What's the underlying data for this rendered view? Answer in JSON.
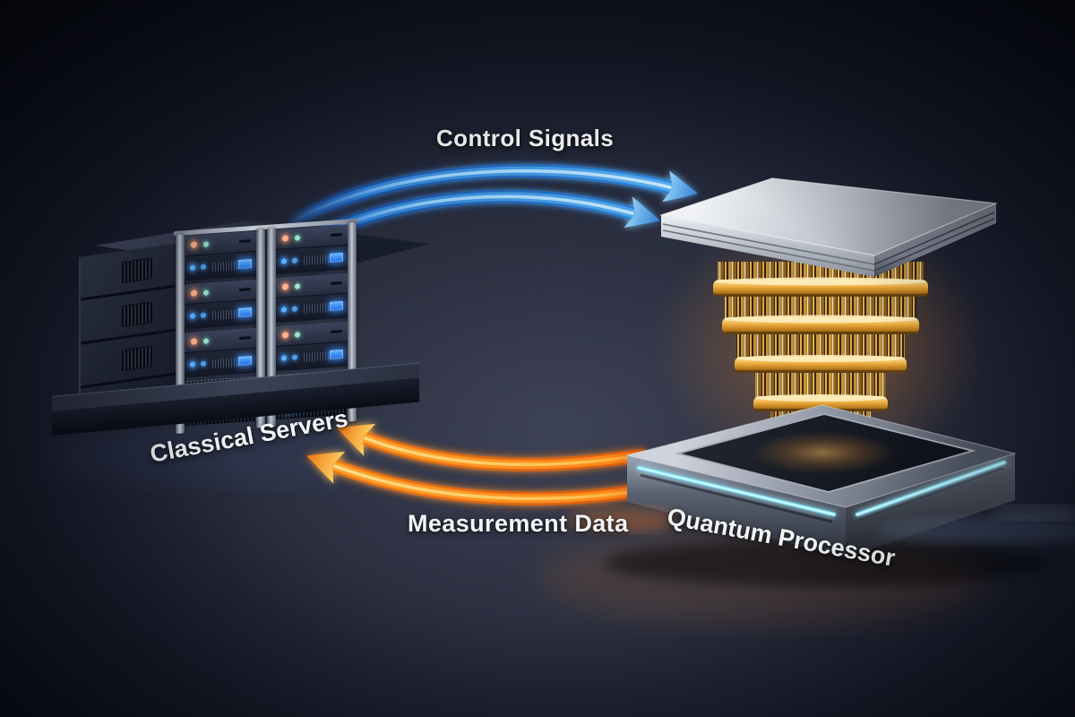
{
  "diagram": {
    "labels": {
      "control_signals": "Control Signals",
      "measurement_data": "Measurement Data",
      "classical_servers": "Classical Servers",
      "quantum_processor": "Quantum Processor"
    },
    "flows": [
      {
        "from": "Classical Servers",
        "to": "Quantum Processor",
        "label": "Control Signals",
        "color": "#4aa6ee"
      },
      {
        "from": "Quantum Processor",
        "to": "Classical Servers",
        "label": "Measurement Data",
        "color": "#ff8c1e"
      }
    ],
    "colors": {
      "background_dark": "#0b0d18",
      "background_mid": "#3b4053",
      "control_arrow_blue": "#4aa6ee",
      "measurement_arrow_orange": "#ff8c1e",
      "quantum_gold": "#e8a838",
      "silver_plate": "#c2c7d0",
      "platform_led_cyan": "#7ae6ff",
      "server_led_blue": "#5ab2ff",
      "server_led_amber": "#ffb38e",
      "label_text": "#f3f4f6"
    }
  }
}
